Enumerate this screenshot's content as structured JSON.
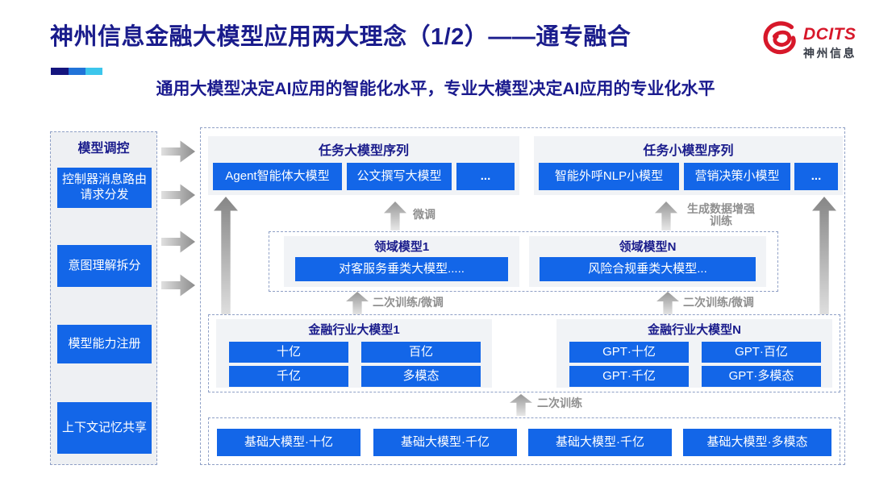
{
  "header": {
    "title": "神州信息金融大模型应用两大理念（1/2）——通专融合",
    "subtitle": "通用大模型决定AI应用的智能化水平，专业大模型决定AI应用的专业化水平",
    "logo": {
      "brand": "DCITS",
      "brand_cn": "神州信息"
    }
  },
  "colors": {
    "navy": "#1a1c8c",
    "button_blue": "#1366e8",
    "logo_red": "#d7182a",
    "arrow_gray": "#8f8f8f",
    "panel_gray": "#f1f3f6"
  },
  "sidebar": {
    "title": "模型调控",
    "items": [
      "控制器消息路由请求分发",
      "意图理解拆分",
      "模型能力注册",
      "上下文记忆共享"
    ]
  },
  "diagram": {
    "task_large": {
      "title": "任务大模型序列",
      "buttons": [
        "Agent智能体大模型",
        "公文撰写大模型",
        "..."
      ]
    },
    "task_small": {
      "title": "任务小模型序列",
      "buttons": [
        "智能外呼NLP小模型",
        "营销决策小模型",
        "..."
      ]
    },
    "domain_left": {
      "title": "领域模型1",
      "button": "对客服务垂类大模型....."
    },
    "domain_right": {
      "title": "领域模型N",
      "button": "风险合规垂类大模型..."
    },
    "industry_left": {
      "title": "金融行业大模型1",
      "buttons": [
        "十亿",
        "百亿",
        "千亿",
        "多模态"
      ]
    },
    "industry_right": {
      "title": "金融行业大模型N",
      "buttons": [
        "GPT·十亿",
        "GPT·百亿",
        "GPT·千亿",
        "GPT·多模态"
      ]
    },
    "base": {
      "buttons": [
        "基础大模型·十亿",
        "基础大模型·千亿",
        "基础大模型·千亿",
        "基础大模型·多模态"
      ]
    },
    "labels": {
      "finetune": "微调",
      "augment1": "生成数据增强",
      "augment2": "训练",
      "retrain_finetune_left": "二次训练/微调",
      "retrain_finetune_right": "二次训练/微调",
      "retrain": "二次训练"
    }
  }
}
